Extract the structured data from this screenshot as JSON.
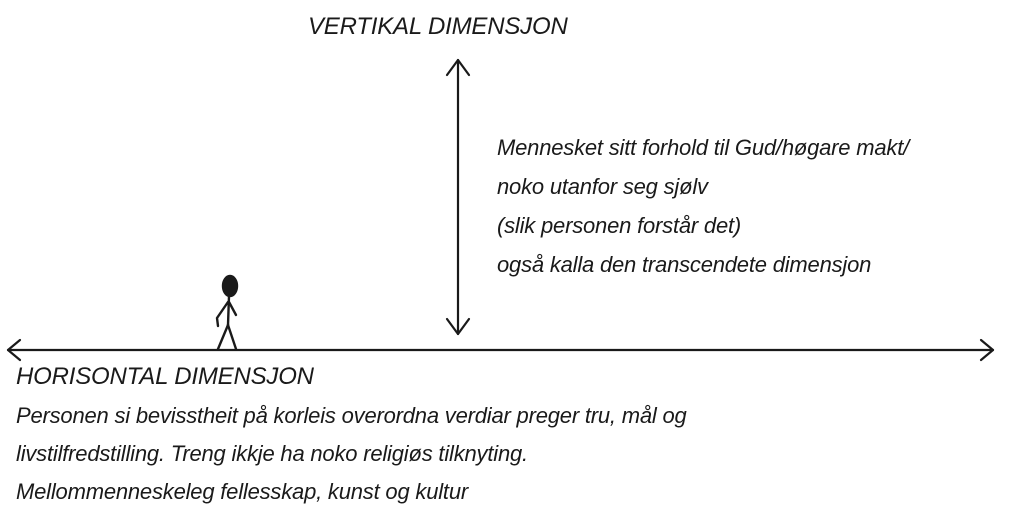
{
  "vertical": {
    "title": "VERTIKAL DIMENSJON",
    "description": [
      "Mennesket sitt forhold til Gud/høgare makt/",
      "noko utanfor seg sjølv",
      "(slik personen forstår det)",
      "også kalla den transcendete dimensjon"
    ]
  },
  "horizontal": {
    "title": "HORISONTAL DIMENSJON",
    "description": [
      "Personen si bevisstheit på korleis overordna verdiar preger tru, mål og",
      "livstilfredstilling. Treng ikkje ha noko religiøs tilknyting.",
      "Mellommenneskeleg fellesskap, kunst og kultur"
    ]
  },
  "colors": {
    "ink": "#1a1a1a",
    "background": "#ffffff"
  },
  "icons": [
    "double-arrow-vertical",
    "double-arrow-horizontal",
    "stick-figure"
  ]
}
